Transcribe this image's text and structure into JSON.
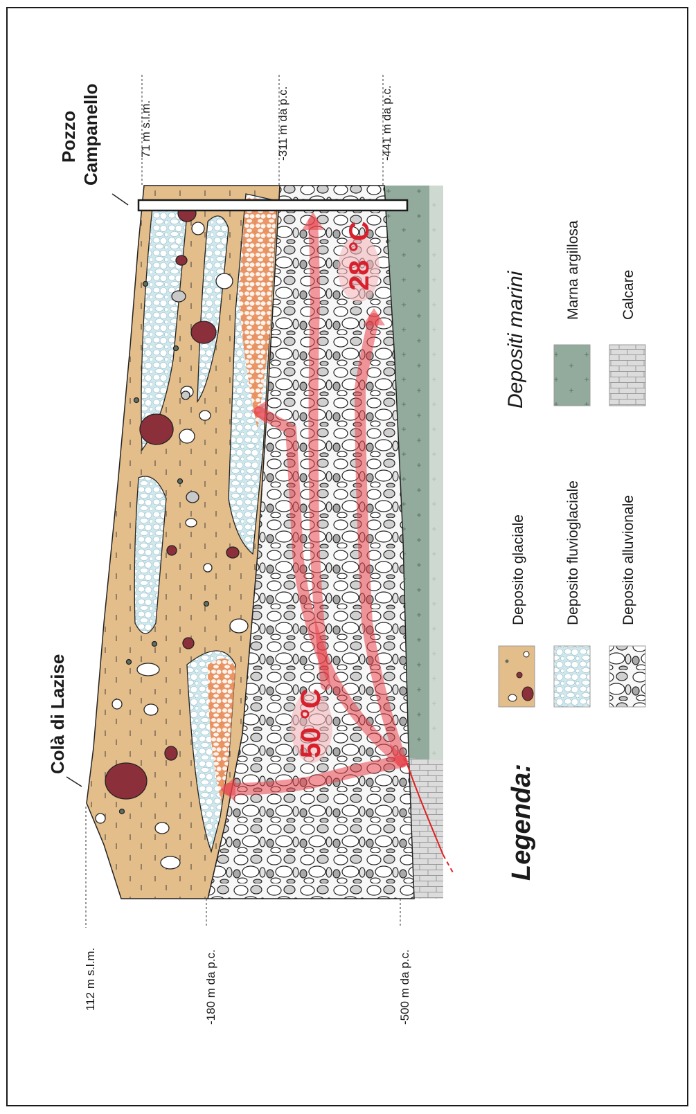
{
  "sites": {
    "left_name": "Colà di Lazise",
    "right_name_line1": "Pozzo",
    "right_name_line2": "Campanello"
  },
  "elevations": {
    "left_surface": "112 m s.l.m.",
    "right_surface": "71 m s.l.m."
  },
  "depths": {
    "left_fluvioglacial_base": "-180 m da p.c.",
    "left_alluvial_base": "-500 m da p.c.",
    "right_glacial_base": "-311 m da p.c.",
    "right_alluvial_base": "-441 m da p.c."
  },
  "temperatures": {
    "deep": "50 °C",
    "shallow": "28 °C"
  },
  "legend": {
    "title": "Legenda:",
    "items": [
      {
        "label": "Deposito glaciale",
        "pattern": "glacial-swatch"
      },
      {
        "label": "Deposito fluvioglaciale",
        "pattern": "fluvioglacial-swatch"
      },
      {
        "label": "Deposito alluvionale",
        "pattern": "alluvial-swatch"
      }
    ],
    "marine_title": "Depositi marini",
    "marine_items": [
      {
        "label": "Marna argillosa",
        "pattern": "marl-swatch"
      },
      {
        "label": "Calcare",
        "pattern": "limestone-swatch"
      }
    ]
  },
  "colors": {
    "glacial": "#e3bd8a",
    "clast_dark": "#8b2f3a",
    "clast_grey": "#c9c9c9",
    "fluvioglacial_cement": "#cfe8ee",
    "orange_zone": "#e8814f",
    "marl": "#93ab9c",
    "limestone": "#d8d8d8",
    "flow": "#e8424a",
    "temperature_text": "#d8202c"
  }
}
